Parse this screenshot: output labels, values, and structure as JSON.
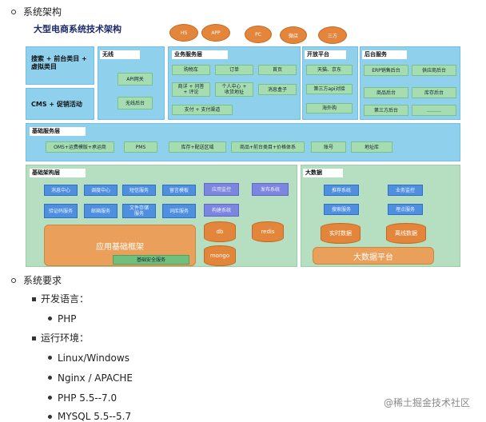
{
  "sections": {
    "system_architecture": "系统架构",
    "system_requirements": "系统要求"
  },
  "diagram": {
    "title": "大型电商系统技术架构",
    "top_ovals": [
      "HS",
      "APP",
      "PC",
      "微店",
      "三方"
    ],
    "left_blocks": {
      "search": "搜索 + 前台类目 +\n虚拟类目",
      "cms": "CMS + 促销活动"
    },
    "wireless": {
      "label": "无线",
      "items": [
        "API网关",
        "无线后台"
      ]
    },
    "business": {
      "label": "业务服务层",
      "items": [
        "购物车",
        "订单",
        "首页",
        "商详 + 问答\n+ 评论",
        "个人中心 +\n收货地址",
        "消息盒子",
        "支付 + 支付渠道"
      ]
    },
    "open": {
      "label": "开放平台",
      "items": [
        "天猫、京东",
        "第三方api对接",
        "海外购"
      ]
    },
    "backend": {
      "label": "后台服务",
      "items": [
        "ERP销售后台",
        "供应商后台",
        "商品后台",
        "库存后台",
        "第三方后台",
        "………"
      ]
    },
    "basic": {
      "label": "基础服务层",
      "items": [
        "OMS+运费模版+承运商",
        "PMS",
        "库存+配送区域",
        "商品+前台类目+价格体系",
        "账号",
        "地址库"
      ]
    },
    "infra": {
      "label": "基础架构层",
      "blue_items": [
        "消息中心",
        "调度中心",
        "短信服务",
        "留言模板",
        "验证码服务",
        "邮箱服务",
        "文件存储\n服务",
        "词库服务"
      ],
      "purple_items": [
        "应用监控",
        "发布系统",
        "构建系统"
      ],
      "framework": "应用基础框架",
      "security": "基础安全服务",
      "db_items": [
        "db",
        "redis",
        "mongo"
      ]
    },
    "bigdata": {
      "label": "大数据",
      "blue_items": [
        "推荐系统",
        "业务监控",
        "搜索服务",
        "埋点服务"
      ],
      "cyl_items": [
        "实时数据",
        "离线数据"
      ],
      "platform": "大数据平台"
    }
  },
  "requirements": {
    "dev_language_label": "开发语言：",
    "dev_language_items": [
      "PHP"
    ],
    "runtime_label": "运行环境：",
    "runtime_items": [
      "Linux/Windows",
      "Nginx / APACHE",
      "PHP 5.5--7.0",
      "MYSQL 5.5--5.7"
    ]
  },
  "watermark": "@稀土掘金技术社区",
  "colors": {
    "panel_blue": "#8fd0ec",
    "panel_green": "#b6dfc1",
    "box_green": "#a6ddb0",
    "box_blue": "#4f8fe0",
    "box_purple": "#7c85df",
    "orange": "#e3853a",
    "title_navy": "#1d2a6b"
  }
}
